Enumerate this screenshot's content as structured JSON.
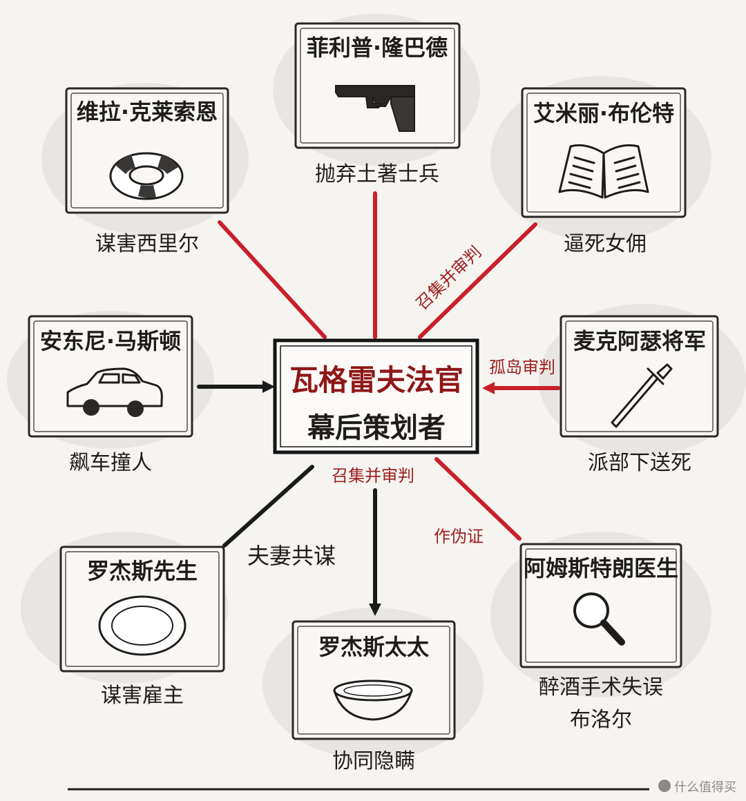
{
  "center": {
    "title": "瓦格雷夫法官",
    "subtitle": "幕后策划者"
  },
  "nodes": [
    {
      "id": "vera",
      "name": "维拉·克莱索恩",
      "icon": "life-ring-icon",
      "crime": [
        "谋害西里尔"
      ]
    },
    {
      "id": "philip",
      "name": "菲利普·隆巴德",
      "icon": "pistol-icon",
      "crime": [
        "抛弃土著士兵"
      ]
    },
    {
      "id": "emily",
      "name": "艾米丽·布伦特",
      "icon": "open-book-icon",
      "crime": [
        "逼死女佣"
      ]
    },
    {
      "id": "anthony",
      "name": "安东尼·马斯顿",
      "icon": "car-icon",
      "crime": [
        "飙车撞人"
      ]
    },
    {
      "id": "macarthur",
      "name": "麦克阿瑟将军",
      "icon": "sword-icon",
      "crime": [
        "派部下送死"
      ]
    },
    {
      "id": "mrrogers",
      "name": "罗杰斯先生",
      "icon": "plate-icon",
      "crime": [
        "谋害雇主"
      ]
    },
    {
      "id": "mrsrogers",
      "name": "罗杰斯太太",
      "icon": "bowl-icon",
      "crime": [
        "协同隐瞒"
      ]
    },
    {
      "id": "armstrong",
      "name": "阿姆斯特朗医生",
      "icon": "magnifying-glass-icon",
      "crime": [
        "醉酒手术失误",
        "布洛尔"
      ]
    }
  ],
  "edge_labels": {
    "emily_center": "召集并审判",
    "macarthur_center": "孤岛审判",
    "center_bottom": "召集并审判",
    "armstrong_center": "作伪证",
    "rogers_couple": "夫妻共谋"
  },
  "watermark": "什么值得买",
  "colors": {
    "red": "#c8202a",
    "darkred": "#8f1717",
    "black": "#1b1b1b",
    "paper": "#f6f4f1"
  }
}
